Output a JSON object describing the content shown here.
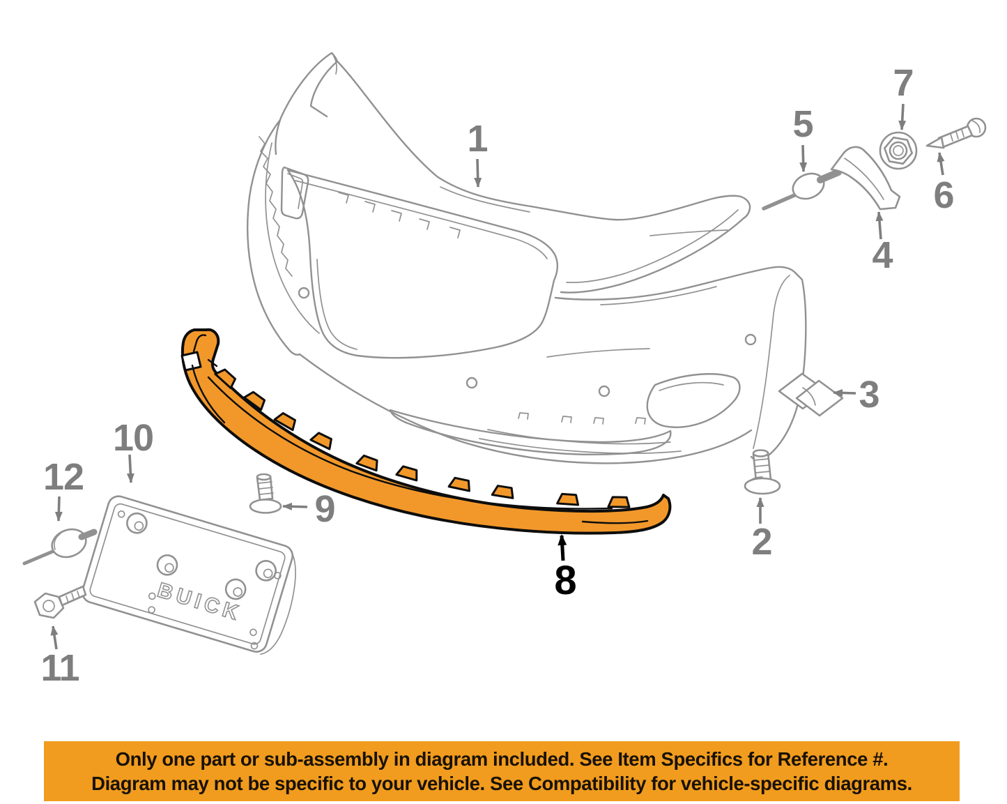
{
  "window": {
    "background": "#ffffff"
  },
  "diagram": {
    "callouts": [
      {
        "num": "1"
      },
      {
        "num": "2"
      },
      {
        "num": "3"
      },
      {
        "num": "4"
      },
      {
        "num": "5"
      },
      {
        "num": "6"
      },
      {
        "num": "7"
      },
      {
        "num": "8"
      },
      {
        "num": "9"
      },
      {
        "num": "10"
      },
      {
        "num": "11"
      },
      {
        "num": "12"
      }
    ],
    "highlighted_callout": "8",
    "plate_logo": "BUICK",
    "colors": {
      "line": "#919191",
      "label": "#7e7e7e",
      "highlight": "#f2982a",
      "highlight_outline": "#0d0d0d",
      "highlight_label": "#000000",
      "banner_bg": "#f19c1e",
      "banner_text": "#191106",
      "page_bg": "#ffffff"
    }
  },
  "banner": {
    "line1": "Only one part or sub-assembly in diagram included. See Item Specifics for Reference #.",
    "line2": "Diagram may not be specific to your vehicle. See Compatibility for vehicle-specific diagrams."
  }
}
